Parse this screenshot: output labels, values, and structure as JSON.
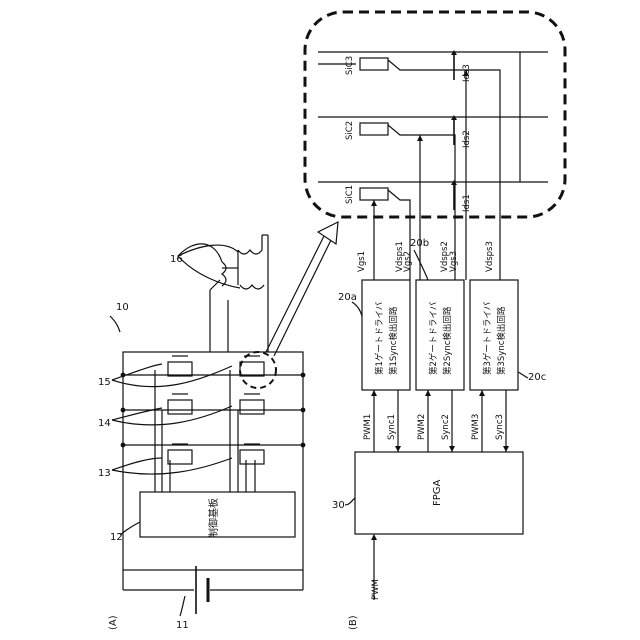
{
  "part_labels": {
    "a": "(A)",
    "b": "(B)"
  },
  "refs": {
    "r10": "10",
    "r11": "11",
    "r12": "12",
    "r13": "13",
    "r14": "14",
    "r15": "15",
    "r16": "16",
    "r20a": "20a",
    "r20b": "20b",
    "r20c": "20c",
    "r30": "30"
  },
  "control_board": "制御基板",
  "fpga": "FPGA",
  "pwm_in": "PWM",
  "drivers": [
    {
      "line1": "第1ゲートドライバ",
      "line2": "第1Sync検出回路"
    },
    {
      "line1": "第2ゲートドライバ",
      "line2": "第2Sync検出回路"
    },
    {
      "line1": "第3ゲートドライバ",
      "line2": "第3Sync検出回路"
    }
  ],
  "pwm_signals": [
    "PWM1",
    "PWM2",
    "PWM3"
  ],
  "sync_signals": [
    "Sync1",
    "Sync2",
    "Sync3"
  ],
  "vgs": [
    "Vgs1",
    "Vgs2",
    "Vgs3"
  ],
  "vdsps": [
    "Vdsps1",
    "Vdsps2",
    "Vdsps3"
  ],
  "sic": [
    "SiC1",
    "SiC2",
    "SiC3"
  ],
  "ids": [
    "Ids1",
    "Ids2",
    "Ids3"
  ]
}
